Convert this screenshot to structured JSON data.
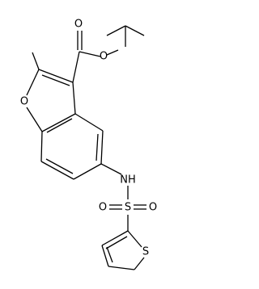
{
  "molecule": {
    "atom_labels": {
      "ester_o_carbonyl": "O",
      "ester_o_single": "O",
      "furan_o": "O",
      "nh": "NH",
      "sulfur": "S",
      "sulfonyl_o_left": "O",
      "sulfonyl_o_right": "O",
      "thiophene_s": "S"
    }
  }
}
